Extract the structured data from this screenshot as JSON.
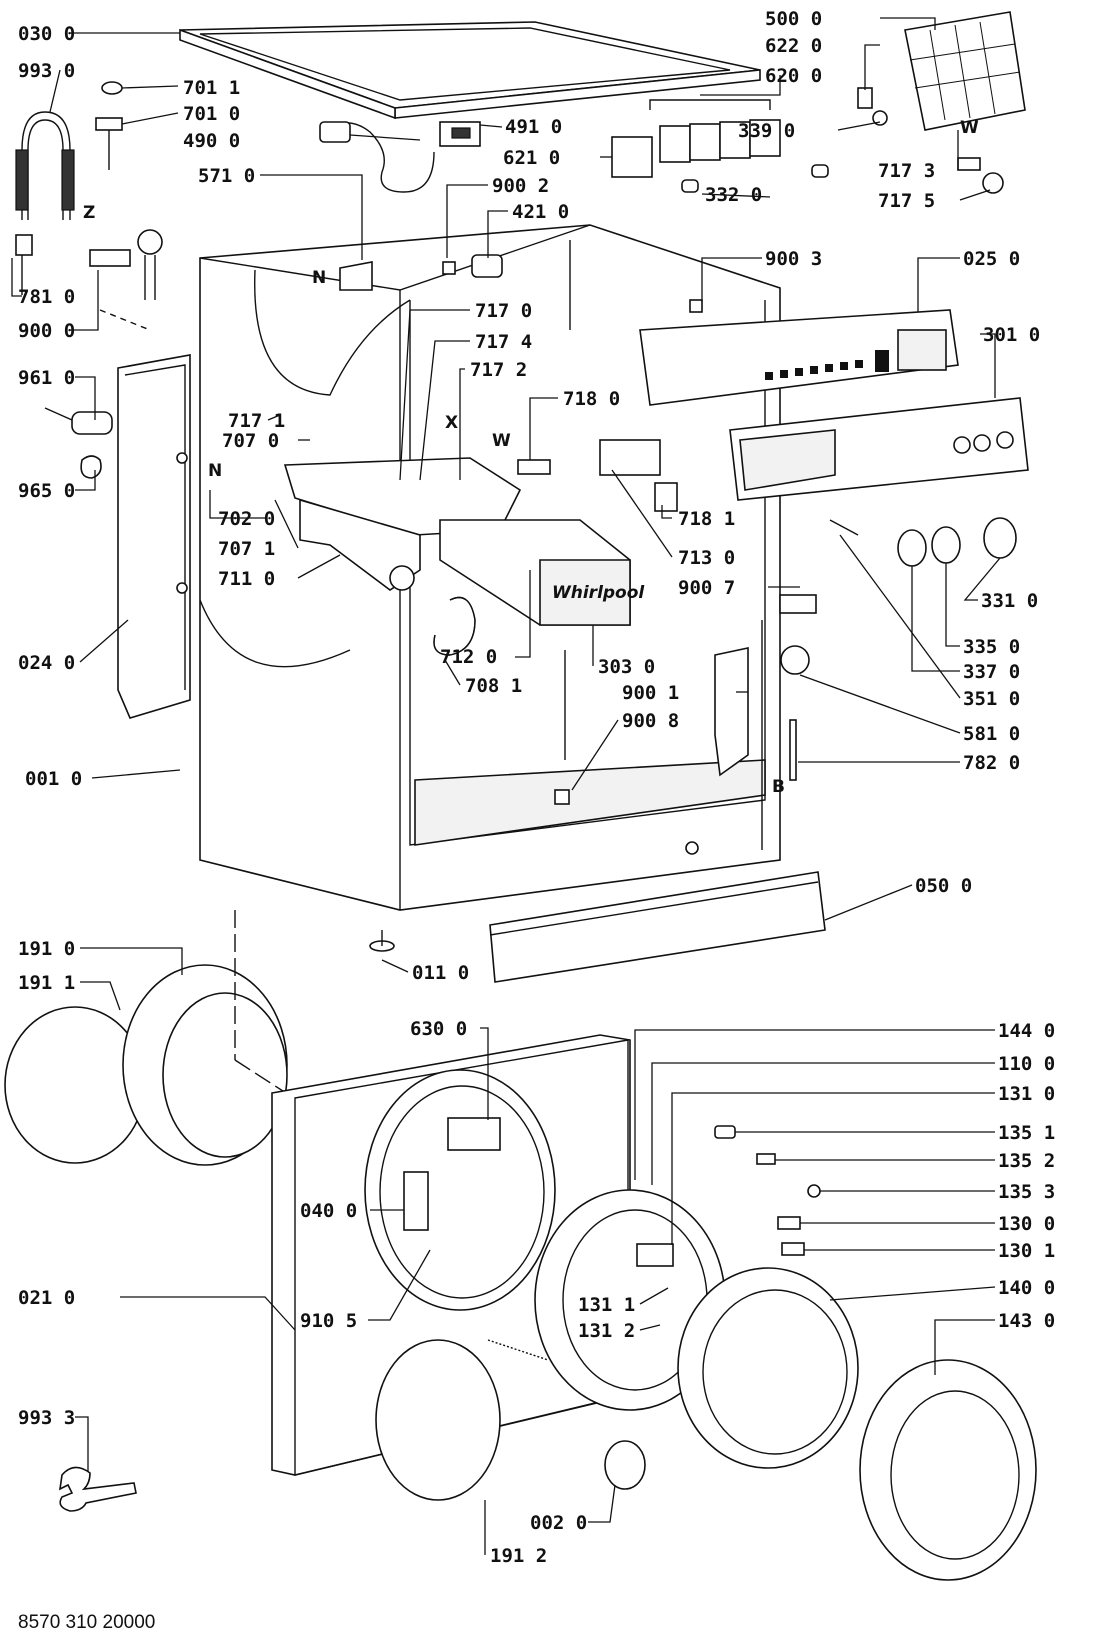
{
  "diagram_ref": "8570 310 20000",
  "parts": [
    {
      "id": "030 0"
    },
    {
      "id": "993 0"
    },
    {
      "id": "701 1"
    },
    {
      "id": "701 0"
    },
    {
      "id": "490 0"
    },
    {
      "id": "491 0"
    },
    {
      "id": "571 0"
    },
    {
      "id": "900 2"
    },
    {
      "id": "421 0"
    },
    {
      "id": "781 0"
    },
    {
      "id": "900 0"
    },
    {
      "id": "961 0"
    },
    {
      "id": "965 0"
    },
    {
      "id": "717 1"
    },
    {
      "id": "707 0"
    },
    {
      "id": "717 0"
    },
    {
      "id": "717 4"
    },
    {
      "id": "717 2"
    },
    {
      "id": "718 0"
    },
    {
      "id": "702 0"
    },
    {
      "id": "707 1"
    },
    {
      "id": "711 0"
    },
    {
      "id": "024 0"
    },
    {
      "id": "712 0"
    },
    {
      "id": "708 1"
    },
    {
      "id": "303 0"
    },
    {
      "id": "718 1"
    },
    {
      "id": "713 0"
    },
    {
      "id": "900 7"
    },
    {
      "id": "900 1"
    },
    {
      "id": "900 8"
    },
    {
      "id": "001 0"
    },
    {
      "id": "500 0"
    },
    {
      "id": "622 0"
    },
    {
      "id": "620 0"
    },
    {
      "id": "339 0"
    },
    {
      "id": "621 0"
    },
    {
      "id": "332 0"
    },
    {
      "id": "717 3"
    },
    {
      "id": "717 5"
    },
    {
      "id": "900 3"
    },
    {
      "id": "025 0"
    },
    {
      "id": "301 0"
    },
    {
      "id": "331 0"
    },
    {
      "id": "335 0"
    },
    {
      "id": "337 0"
    },
    {
      "id": "351 0"
    },
    {
      "id": "581 0"
    },
    {
      "id": "782 0"
    },
    {
      "id": "050 0"
    },
    {
      "id": "011 0"
    },
    {
      "id": "191 0"
    },
    {
      "id": "191 1"
    },
    {
      "id": "630 0"
    },
    {
      "id": "040 0"
    },
    {
      "id": "021 0"
    },
    {
      "id": "910 5"
    },
    {
      "id": "191 2"
    },
    {
      "id": "002 0"
    },
    {
      "id": "993 3"
    },
    {
      "id": "144 0"
    },
    {
      "id": "110 0"
    },
    {
      "id": "131 0"
    },
    {
      "id": "135 1"
    },
    {
      "id": "135 2"
    },
    {
      "id": "135 3"
    },
    {
      "id": "130 0"
    },
    {
      "id": "130 1"
    },
    {
      "id": "140 0"
    },
    {
      "id": "143 0"
    },
    {
      "id": "131 1"
    },
    {
      "id": "131 2"
    }
  ],
  "markers": [
    "Z",
    "N",
    "N",
    "X",
    "W",
    "W",
    "B"
  ],
  "brand_mark": "Whirlpool"
}
